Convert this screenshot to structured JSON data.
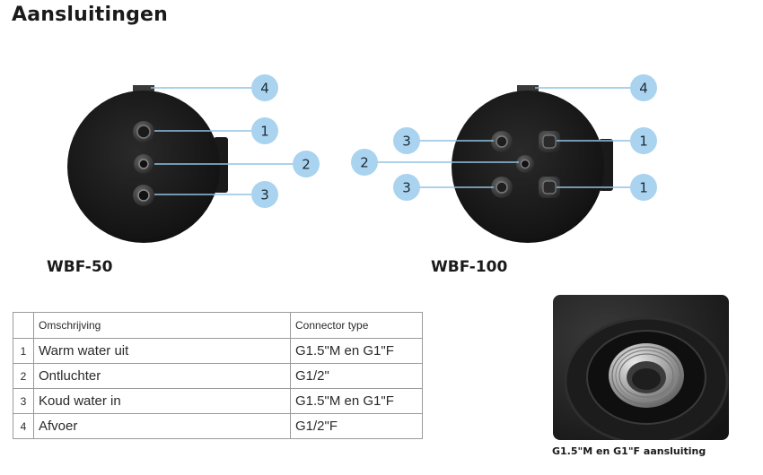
{
  "page": {
    "title": "Aansluitingen"
  },
  "models": [
    {
      "name": "WBF-50",
      "callouts": [
        {
          "number": "4"
        },
        {
          "number": "1"
        },
        {
          "number": "2"
        },
        {
          "number": "3"
        }
      ]
    },
    {
      "name": "WBF-100",
      "callouts": [
        {
          "number": "4"
        },
        {
          "number": "3"
        },
        {
          "number": "1"
        },
        {
          "number": "2"
        },
        {
          "number": "3"
        },
        {
          "number": "1"
        }
      ]
    }
  ],
  "table": {
    "headers": [
      "",
      "Omschrijving",
      "Connector type"
    ],
    "rows": [
      {
        "num": "1",
        "description": "Warm water uit",
        "connector": "G1.5\"M en G1\"F"
      },
      {
        "num": "2",
        "description": "Ontluchter",
        "connector": "G1/2\""
      },
      {
        "num": "3",
        "description": "Koud water in",
        "connector": "G1.5\"M en G1\"F"
      },
      {
        "num": "4",
        "description": "Afvoer",
        "connector": "G1/2\"F"
      }
    ]
  },
  "photo": {
    "caption": "G1.5\"M en G1\"F aansluiting"
  },
  "colors": {
    "badge_fill": "#a9d3ef",
    "leader_line": "#8fc3e4",
    "tank_body": "#141414"
  }
}
